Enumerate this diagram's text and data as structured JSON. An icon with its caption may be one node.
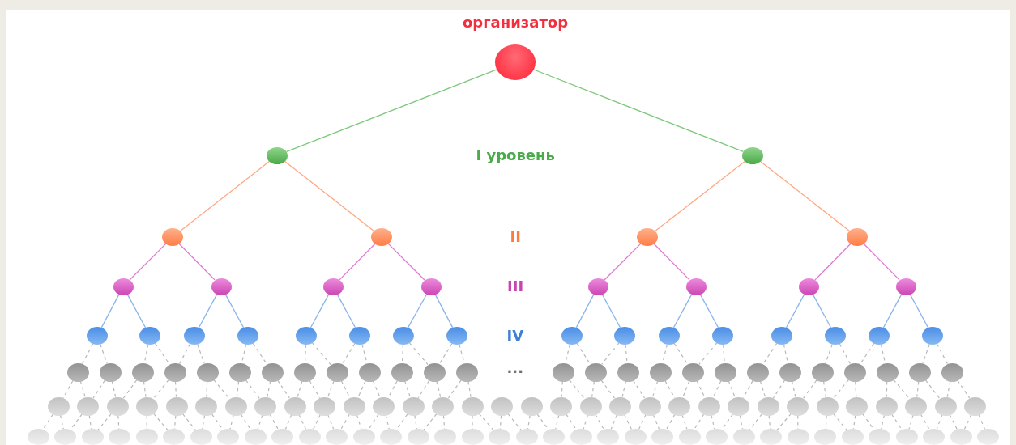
{
  "diagram": {
    "nodes": [
      {
        "text": [
          "организатор"
        ]
      },
      {
        "text": [],
        "shape": "circle"
      },
      {
        "text": [],
        "shape": "circle"
      },
      {
        "text": [],
        "shape": "circle"
      },
      {
        "text": [],
        "shape": "circle"
      },
      {
        "text": [],
        "shape": "circle"
      },
      {
        "text": [],
        "shape": "circle"
      },
      {
        "text": [],
        "shape": "circle"
      },
      {
        "text": [],
        "shape": "circle"
      },
      {
        "text": [],
        "shape": "circle"
      },
      {
        "text": [],
        "shape": "circle"
      },
      {
        "text": [],
        "shape": "circle"
      },
      {
        "text": [],
        "shape": "circle"
      },
      {
        "text": [],
        "shape": "circle"
      },
      {
        "text": [],
        "shape": "circle"
      },
      {
        "text": [],
        "shape": "circle"
      },
      {
        "text": [],
        "shape": "circle"
      },
      {
        "text": [],
        "shape": "circle"
      },
      {
        "text": [],
        "shape": "circle"
      },
      {
        "text": [],
        "shape": "circle"
      },
      {
        "text": [],
        "shape": "circle"
      },
      {
        "text": [],
        "shape": "circle"
      },
      {
        "text": [],
        "shape": "circle"
      },
      {
        "text": [],
        "shape": "circle"
      },
      {
        "text": [],
        "shape": "circle"
      },
      {
        "text": [],
        "shape": "circle"
      },
      {
        "text": [],
        "shape": "circle"
      },
      {
        "text": [],
        "shape": "circle"
      },
      {
        "text": [],
        "shape": "circle"
      },
      {
        "text": [],
        "shape": "circle"
      },
      {
        "text": [],
        "shape": "circle"
      },
      {
        "text": [],
        "shape": "circle"
      },
      {
        "text": [],
        "shape": "circle"
      },
      {
        "text": [],
        "shape": "circle"
      },
      {
        "text": [],
        "shape": "circle"
      },
      {
        "text": [],
        "shape": "circle"
      },
      {
        "text": [],
        "shape": "circle"
      },
      {
        "text": [],
        "shape": "circle"
      },
      {
        "text": [],
        "shape": "circle"
      },
      {
        "text": [],
        "shape": "circle"
      },
      {
        "text": [],
        "shape": "circle"
      },
      {
        "text": [],
        "shape": "circle"
      },
      {
        "text": [],
        "shape": "circle"
      },
      {
        "text": [],
        "shape": "circle"
      },
      {
        "text": [],
        "shape": "circle"
      },
      {
        "text": [],
        "shape": "circle"
      },
      {
        "text": [],
        "shape": "circle"
      },
      {
        "text": [],
        "shape": "circle"
      },
      {
        "text": [],
        "shape": "circle"
      },
      {
        "text": [],
        "shape": "circle"
      },
      {
        "text": [],
        "shape": "circle"
      },
      {
        "text": [],
        "shape": "circle"
      },
      {
        "text": [],
        "shape": "circle"
      },
      {
        "text": [],
        "shape": "circle"
      },
      {
        "text": [],
        "shape": "circle"
      },
      {
        "text": [],
        "shape": "circle"
      },
      {
        "text": [],
        "shape": "circle"
      },
      {
        "text": [],
        "shape": "circle"
      },
      {
        "text": [],
        "shape": "circle"
      },
      {
        "text": [],
        "shape": "circle"
      },
      {
        "text": [],
        "shape": "circle"
      },
      {
        "text": [],
        "shape": "circle"
      },
      {
        "text": [],
        "shape": "circle"
      },
      {
        "text": [],
        "shape": "circle"
      },
      {
        "text": [],
        "shape": "circle"
      },
      {
        "text": [],
        "shape": "circle"
      },
      {
        "text": [],
        "shape": "circle"
      },
      {
        "text": [],
        "shape": "circle"
      },
      {
        "text": [],
        "shape": "circle"
      },
      {
        "text": [],
        "shape": "circle"
      },
      {
        "text": [],
        "shape": "circle"
      },
      {
        "text": [],
        "shape": "circle"
      },
      {
        "text": [],
        "shape": "circle"
      },
      {
        "text": [],
        "shape": "circle"
      },
      {
        "text": [],
        "shape": "circle"
      },
      {
        "text": [],
        "shape": "circle"
      },
      {
        "text": [],
        "shape": "circle"
      },
      {
        "text": [],
        "shape": "circle"
      },
      {
        "text": [],
        "shape": "circle"
      },
      {
        "text": [],
        "shape": "circle"
      },
      {
        "text": [],
        "shape": "circle"
      },
      {
        "text": [],
        "shape": "circle"
      },
      {
        "text": [],
        "shape": "circle"
      },
      {
        "text": [],
        "shape": "circle"
      },
      {
        "text": [],
        "shape": "circle"
      },
      {
        "text": [],
        "shape": "circle"
      },
      {
        "text": [],
        "shape": "circle"
      },
      {
        "text": [],
        "shape": "circle"
      },
      {
        "text": [],
        "shape": "circle"
      },
      {
        "text": [],
        "shape": "circle"
      },
      {
        "text": [],
        "shape": "circle"
      },
      {
        "text": [],
        "shape": "circle"
      },
      {
        "text": [],
        "shape": "circle"
      },
      {
        "text": [],
        "shape": "circle"
      },
      {
        "text": [],
        "shape": "circle"
      },
      {
        "text": [],
        "shape": "circle"
      },
      {
        "text": [],
        "shape": "circle"
      },
      {
        "text": [],
        "shape": "circle"
      },
      {
        "text": [],
        "shape": "circle"
      },
      {
        "text": [],
        "shape": "circle"
      },
      {
        "text": [],
        "shape": "circle"
      },
      {
        "text": [],
        "shape": "circle"
      },
      {
        "text": [],
        "shape": "circle"
      },
      {
        "text": [],
        "shape": "circle"
      },
      {
        "text": [],
        "shape": "circle"
      },
      {
        "text": [],
        "shape": "circle"
      },
      {
        "text": [],
        "shape": "circle"
      },
      {
        "text": [],
        "shape": "circle"
      },
      {
        "text": [],
        "shape": "circle"
      },
      {
        "text": [],
        "shape": "circle"
      },
      {
        "text": [],
        "shape": "circle"
      },
      {
        "text": [],
        "shape": "circle"
      },
      {
        "text": [],
        "shape": "circle"
      },
      {
        "text": [],
        "shape": "circle"
      },
      {
        "text": [],
        "shape": "circle"
      },
      {
        "text": [],
        "shape": "circle"
      },
      {
        "text": [],
        "shape": "circle"
      },
      {
        "text": [],
        "shape": "circle"
      },
      {
        "text": [],
        "shape": "circle"
      },
      {
        "text": [],
        "shape": "circle"
      },
      {
        "text": [],
        "shape": "circle"
      },
      {
        "text": [],
        "shape": "circle"
      },
      {
        "text": [],
        "shape": "circle"
      },
      {
        "text": [],
        "shape": "circle"
      },
      {
        "text": [],
        "shape": "circle"
      }
    ],
    "edges": [
      {
        "from": 0,
        "to": 1,
        "arrow": "none",
        "color": "#7dc87a"
      },
      {
        "from": 0,
        "to": 2,
        "arrow": "none",
        "color": "#7dc87a"
      },
      {
        "from": 1,
        "to": 3,
        "arrow": "none",
        "color": "#ffa882"
      },
      {
        "from": 1,
        "to": 4,
        "arrow": "none",
        "color": "#ffa882"
      },
      {
        "from": 2,
        "to": 5,
        "arrow": "none",
        "color": "#ffa882"
      },
      {
        "from": 2,
        "to": 6,
        "arrow": "none",
        "color": "#ffa882"
      },
      {
        "from": 3,
        "to": 7,
        "arrow": "none",
        "color": "#e27ad0"
      },
      {
        "from": 3,
        "to": 8,
        "arrow": "none",
        "color": "#e27ad0"
      },
      {
        "from": 4,
        "to": 9,
        "arrow": "none",
        "color": "#e27ad0"
      },
      {
        "from": 4,
        "to": 10,
        "arrow": "none",
        "color": "#e27ad0"
      },
      {
        "from": 5,
        "to": 11,
        "arrow": "none",
        "color": "#e27ad0"
      },
      {
        "from": 5,
        "to": 12,
        "arrow": "none",
        "color": "#e27ad0"
      },
      {
        "from": 6,
        "to": 13,
        "arrow": "none",
        "color": "#e27ad0"
      },
      {
        "from": 6,
        "to": 14,
        "arrow": "none",
        "color": "#e27ad0"
      },
      {
        "from": 7,
        "to": 15,
        "arrow": "none",
        "color": "#8ab4ea"
      },
      {
        "from": 7,
        "to": 16,
        "arrow": "none",
        "color": "#8ab4ea"
      },
      {
        "from": 8,
        "to": 17,
        "arrow": "none",
        "color": "#8ab4ea"
      },
      {
        "from": 8,
        "to": 18,
        "arrow": "none",
        "color": "#8ab4ea"
      },
      {
        "from": 9,
        "to": 19,
        "arrow": "none",
        "color": "#8ab4ea"
      },
      {
        "from": 9,
        "to": 20,
        "arrow": "none",
        "color": "#8ab4ea"
      },
      {
        "from": 10,
        "to": 21,
        "arrow": "none",
        "color": "#8ab4ea"
      },
      {
        "from": 10,
        "to": 22,
        "arrow": "none",
        "color": "#8ab4ea"
      },
      {
        "from": 11,
        "to": 23,
        "arrow": "none",
        "color": "#8ab4ea"
      },
      {
        "from": 11,
        "to": 24,
        "arrow": "none",
        "color": "#8ab4ea"
      },
      {
        "from": 12,
        "to": 25,
        "arrow": "none",
        "color": "#8ab4ea"
      },
      {
        "from": 12,
        "to": 26,
        "arrow": "none",
        "color": "#8ab4ea"
      },
      {
        "from": 13,
        "to": 27,
        "arrow": "none",
        "color": "#8ab4ea"
      },
      {
        "from": 13,
        "to": 28,
        "arrow": "none",
        "color": "#8ab4ea"
      },
      {
        "from": 14,
        "to": 29,
        "arrow": "none",
        "color": "#8ab4ea"
      },
      {
        "from": 14,
        "to": 30,
        "arrow": "none",
        "color": "#8ab4ea"
      },
      {
        "from": 15,
        "to": 31,
        "arrow": "none",
        "style": "dashed"
      },
      {
        "from": 15,
        "to": 32,
        "arrow": "none",
        "style": "dashed"
      },
      {
        "from": 16,
        "to": 33,
        "arrow": "none",
        "style": "dashed"
      },
      {
        "from": 16,
        "to": 34,
        "arrow": "none",
        "style": "dashed"
      },
      {
        "from": 17,
        "to": 34,
        "arrow": "none",
        "style": "dashed"
      },
      {
        "from": 17,
        "to": 35,
        "arrow": "none",
        "style": "dashed"
      },
      {
        "from": 18,
        "to": 36,
        "arrow": "none",
        "style": "dashed"
      },
      {
        "from": 18,
        "to": 37,
        "arrow": "none",
        "style": "dashed"
      },
      {
        "from": 19,
        "to": 38,
        "arrow": "none",
        "style": "dashed"
      },
      {
        "from": 19,
        "to": 39,
        "arrow": "none",
        "style": "dashed"
      },
      {
        "from": 20,
        "to": 39,
        "arrow": "none",
        "style": "dashed"
      },
      {
        "from": 20,
        "to": 40,
        "arrow": "none",
        "style": "dashed"
      },
      {
        "from": 21,
        "to": 41,
        "arrow": "none",
        "style": "dashed"
      },
      {
        "from": 21,
        "to": 42,
        "arrow": "none",
        "style": "dashed"
      },
      {
        "from": 22,
        "to": 42,
        "arrow": "none",
        "style": "dashed"
      },
      {
        "from": 22,
        "to": 43,
        "arrow": "none",
        "style": "dashed"
      },
      {
        "from": 23,
        "to": 44,
        "arrow": "none",
        "style": "dashed"
      },
      {
        "from": 23,
        "to": 45,
        "arrow": "none",
        "style": "dashed"
      },
      {
        "from": 24,
        "to": 45,
        "arrow": "none",
        "style": "dashed"
      },
      {
        "from": 24,
        "to": 46,
        "arrow": "none",
        "style": "dashed"
      },
      {
        "from": 25,
        "to": 47,
        "arrow": "none",
        "style": "dashed"
      },
      {
        "from": 25,
        "to": 48,
        "arrow": "none",
        "style": "dashed"
      },
      {
        "from": 26,
        "to": 48,
        "arrow": "none",
        "style": "dashed"
      },
      {
        "from": 26,
        "to": 49,
        "arrow": "none",
        "style": "dashed"
      },
      {
        "from": 27,
        "to": 50,
        "arrow": "none",
        "style": "dashed"
      },
      {
        "from": 27,
        "to": 51,
        "arrow": "none",
        "style": "dashed"
      },
      {
        "from": 28,
        "to": 52,
        "arrow": "none",
        "style": "dashed"
      },
      {
        "from": 28,
        "to": 53,
        "arrow": "none",
        "style": "dashed"
      },
      {
        "from": 29,
        "to": 53,
        "arrow": "none",
        "style": "dashed"
      },
      {
        "from": 29,
        "to": 54,
        "arrow": "none",
        "style": "dashed"
      },
      {
        "from": 30,
        "to": 55,
        "arrow": "none",
        "style": "dashed"
      },
      {
        "from": 30,
        "to": 56,
        "arrow": "none",
        "style": "dashed"
      },
      {
        "from": 31,
        "to": 57,
        "arrow": "none",
        "style": "dashed"
      },
      {
        "from": 31,
        "to": 58,
        "arrow": "none",
        "style": "dashed"
      },
      {
        "from": 32,
        "to": 58,
        "arrow": "none",
        "style": "dashed"
      },
      {
        "from": 32,
        "to": 59,
        "arrow": "none",
        "style": "dashed"
      },
      {
        "from": 33,
        "to": 59,
        "arrow": "none",
        "style": "dashed"
      },
      {
        "from": 33,
        "to": 60,
        "arrow": "none",
        "style": "dashed"
      },
      {
        "from": 34,
        "to": 60,
        "arrow": "none",
        "style": "dashed"
      },
      {
        "from": 34,
        "to": 61,
        "arrow": "none",
        "style": "dashed"
      },
      {
        "from": 35,
        "to": 62,
        "arrow": "none",
        "style": "dashed"
      },
      {
        "from": 35,
        "to": 63,
        "arrow": "none",
        "style": "dashed"
      },
      {
        "from": 36,
        "to": 63,
        "arrow": "none",
        "style": "dashed"
      },
      {
        "from": 36,
        "to": 64,
        "arrow": "none",
        "style": "dashed"
      },
      {
        "from": 37,
        "to": 64,
        "arrow": "none",
        "style": "dashed"
      },
      {
        "from": 37,
        "to": 65,
        "arrow": "none",
        "style": "dashed"
      },
      {
        "from": 38,
        "to": 65,
        "arrow": "none",
        "style": "dashed"
      },
      {
        "from": 38,
        "to": 66,
        "arrow": "none",
        "style": "dashed"
      },
      {
        "from": 39,
        "to": 66,
        "arrow": "none",
        "style": "dashed"
      },
      {
        "from": 39,
        "to": 67,
        "arrow": "none",
        "style": "dashed"
      },
      {
        "from": 40,
        "to": 67,
        "arrow": "none",
        "style": "dashed"
      },
      {
        "from": 40,
        "to": 68,
        "arrow": "none",
        "style": "dashed"
      },
      {
        "from": 41,
        "to": 68,
        "arrow": "none",
        "style": "dashed"
      },
      {
        "from": 41,
        "to": 69,
        "arrow": "none",
        "style": "dashed"
      },
      {
        "from": 42,
        "to": 69,
        "arrow": "none",
        "style": "dashed"
      },
      {
        "from": 42,
        "to": 70,
        "arrow": "none",
        "style": "dashed"
      },
      {
        "from": 43,
        "to": 70,
        "arrow": "none",
        "style": "dashed"
      },
      {
        "from": 43,
        "to": 71,
        "arrow": "none",
        "style": "dashed"
      },
      {
        "from": 44,
        "to": 74,
        "arrow": "none",
        "style": "dashed"
      },
      {
        "from": 44,
        "to": 75,
        "arrow": "none",
        "style": "dashed"
      },
      {
        "from": 45,
        "to": 75,
        "arrow": "none",
        "style": "dashed"
      },
      {
        "from": 45,
        "to": 76,
        "arrow": "none",
        "style": "dashed"
      },
      {
        "from": 46,
        "to": 76,
        "arrow": "none",
        "style": "dashed"
      },
      {
        "from": 46,
        "to": 77,
        "arrow": "none",
        "style": "dashed"
      },
      {
        "from": 47,
        "to": 77,
        "arrow": "none",
        "style": "dashed"
      },
      {
        "from": 47,
        "to": 78,
        "arrow": "none",
        "style": "dashed"
      },
      {
        "from": 48,
        "to": 78,
        "arrow": "none",
        "style": "dashed"
      },
      {
        "from": 48,
        "to": 79,
        "arrow": "none",
        "style": "dashed"
      },
      {
        "from": 49,
        "to": 79,
        "arrow": "none",
        "style": "dashed"
      },
      {
        "from": 49,
        "to": 80,
        "arrow": "none",
        "style": "dashed"
      },
      {
        "from": 50,
        "to": 80,
        "arrow": "none",
        "style": "dashed"
      },
      {
        "from": 50,
        "to": 81,
        "arrow": "none",
        "style": "dashed"
      },
      {
        "from": 51,
        "to": 81,
        "arrow": "none",
        "style": "dashed"
      },
      {
        "from": 51,
        "to": 82,
        "arrow": "none",
        "style": "dashed"
      },
      {
        "from": 52,
        "to": 82,
        "arrow": "none",
        "style": "dashed"
      },
      {
        "from": 52,
        "to": 83,
        "arrow": "none",
        "style": "dashed"
      },
      {
        "from": 53,
        "to": 83,
        "arrow": "none",
        "style": "dashed"
      },
      {
        "from": 53,
        "to": 84,
        "arrow": "none",
        "style": "dashed"
      },
      {
        "from": 54,
        "to": 85,
        "arrow": "none",
        "style": "dashed"
      },
      {
        "from": 54,
        "to": 86,
        "arrow": "none",
        "style": "dashed"
      },
      {
        "from": 55,
        "to": 86,
        "arrow": "none",
        "style": "dashed"
      },
      {
        "from": 55,
        "to": 87,
        "arrow": "none",
        "style": "dashed"
      },
      {
        "from": 56,
        "to": 87,
        "arrow": "none",
        "style": "dashed"
      },
      {
        "from": 56,
        "to": 88,
        "arrow": "none",
        "style": "dashed"
      },
      {
        "from": 57,
        "to": 89,
        "arrow": "none",
        "style": "dashed"
      },
      {
        "from": 57,
        "to": 90,
        "arrow": "none",
        "style": "dashed"
      },
      {
        "from": 58,
        "to": 90,
        "arrow": "none",
        "style": "dashed"
      },
      {
        "from": 58,
        "to": 91,
        "arrow": "none",
        "style": "dashed"
      },
      {
        "from": 59,
        "to": 91,
        "arrow": "none",
        "style": "dashed"
      },
      {
        "from": 59,
        "to": 92,
        "arrow": "none",
        "style": "dashed"
      },
      {
        "from": 60,
        "to": 93,
        "arrow": "none",
        "style": "dashed"
      },
      {
        "from": 60,
        "to": 94,
        "arrow": "none",
        "style": "dashed"
      },
      {
        "from": 61,
        "to": 94,
        "arrow": "none",
        "style": "dashed"
      },
      {
        "from": 61,
        "to": 95,
        "arrow": "none",
        "style": "dashed"
      },
      {
        "from": 62,
        "to": 95,
        "arrow": "none",
        "style": "dashed"
      },
      {
        "from": 62,
        "to": 96,
        "arrow": "none",
        "style": "dashed"
      },
      {
        "from": 63,
        "to": 96,
        "arrow": "none",
        "style": "dashed"
      },
      {
        "from": 63,
        "to": 97,
        "arrow": "none",
        "style": "dashed"
      },
      {
        "from": 64,
        "to": 97,
        "arrow": "none",
        "style": "dashed"
      },
      {
        "from": 64,
        "to": 98,
        "arrow": "none",
        "style": "dashed"
      },
      {
        "from": 65,
        "to": 98,
        "arrow": "none",
        "style": "dashed"
      },
      {
        "from": 65,
        "to": 99,
        "arrow": "none",
        "style": "dashed"
      },
      {
        "from": 66,
        "to": 99,
        "arrow": "none",
        "style": "dashed"
      },
      {
        "from": 66,
        "to": 100,
        "arrow": "none",
        "style": "dashed"
      },
      {
        "from": 67,
        "to": 100,
        "arrow": "none",
        "style": "dashed"
      },
      {
        "from": 67,
        "to": 101,
        "arrow": "none",
        "style": "dashed"
      },
      {
        "from": 68,
        "to": 101,
        "arrow": "none",
        "style": "dashed"
      },
      {
        "from": 68,
        "to": 102,
        "arrow": "none",
        "style": "dashed"
      },
      {
        "from": 69,
        "to": 102,
        "arrow": "none",
        "style": "dashed"
      },
      {
        "from": 69,
        "to": 103,
        "arrow": "none",
        "style": "dashed"
      },
      {
        "from": 70,
        "to": 103,
        "arrow": "none",
        "style": "dashed"
      },
      {
        "from": 70,
        "to": 104,
        "arrow": "none",
        "style": "dashed"
      },
      {
        "from": 71,
        "to": 105,
        "arrow": "none",
        "style": "dashed"
      },
      {
        "from": 71,
        "to": 106,
        "arrow": "none",
        "style": "dashed"
      },
      {
        "from": 72,
        "to": 106,
        "arrow": "none",
        "style": "dashed"
      },
      {
        "from": 72,
        "to": 107,
        "arrow": "none",
        "style": "dashed"
      },
      {
        "from": 73,
        "to": 107,
        "arrow": "none",
        "style": "dashed"
      },
      {
        "from": 73,
        "to": 108,
        "arrow": "none",
        "style": "dashed"
      },
      {
        "from": 74,
        "to": 108,
        "arrow": "none",
        "style": "dashed"
      },
      {
        "from": 74,
        "to": 109,
        "arrow": "none",
        "style": "dashed"
      },
      {
        "from": 75,
        "to": 109,
        "arrow": "none",
        "style": "dashed"
      },
      {
        "from": 75,
        "to": 110,
        "arrow": "none",
        "style": "dashed"
      },
      {
        "from": 76,
        "to": 110,
        "arrow": "none",
        "style": "dashed"
      },
      {
        "from": 76,
        "to": 111,
        "arrow": "none",
        "style": "dashed"
      },
      {
        "from": 77,
        "to": 111,
        "arrow": "none",
        "style": "dashed"
      },
      {
        "from": 77,
        "to": 112,
        "arrow": "none",
        "style": "dashed"
      },
      {
        "from": 78,
        "to": 112,
        "arrow": "none",
        "style": "dashed"
      },
      {
        "from": 78,
        "to": 113,
        "arrow": "none",
        "style": "dashed"
      },
      {
        "from": 79,
        "to": 113,
        "arrow": "none",
        "style": "dashed"
      },
      {
        "from": 79,
        "to": 114,
        "arrow": "none",
        "style": "dashed"
      },
      {
        "from": 80,
        "to": 114,
        "arrow": "none",
        "style": "dashed"
      },
      {
        "from": 80,
        "to": 115,
        "arrow": "none",
        "style": "dashed"
      },
      {
        "from": 81,
        "to": 115,
        "arrow": "none",
        "style": "dashed"
      },
      {
        "from": 81,
        "to": 116,
        "arrow": "none",
        "style": "dashed"
      },
      {
        "from": 82,
        "to": 116,
        "arrow": "none",
        "style": "dashed"
      },
      {
        "from": 82,
        "to": 117,
        "arrow": "none",
        "style": "dashed"
      },
      {
        "from": 83,
        "to": 118,
        "arrow": "none",
        "style": "dashed"
      },
      {
        "from": 83,
        "to": 119,
        "arrow": "none",
        "style": "dashed"
      },
      {
        "from": 84,
        "to": 119,
        "arrow": "none",
        "style": "dashed"
      },
      {
        "from": 84,
        "to": 120,
        "arrow": "none",
        "style": "dashed"
      },
      {
        "from": 85,
        "to": 120,
        "arrow": "none",
        "style": "dashed"
      },
      {
        "from": 85,
        "to": 121,
        "arrow": "none",
        "style": "dashed"
      },
      {
        "from": 86,
        "to": 121,
        "arrow": "none",
        "style": "dashed"
      },
      {
        "from": 86,
        "to": 122,
        "arrow": "none",
        "style": "dashed"
      },
      {
        "from": 87,
        "to": 122,
        "arrow": "none",
        "style": "dashed"
      },
      {
        "from": 87,
        "to": 123,
        "arrow": "none",
        "style": "dashed"
      },
      {
        "from": 88,
        "to": 123,
        "arrow": "none",
        "style": "dashed"
      },
      {
        "from": 88,
        "to": 124,
        "arrow": "none",
        "style": "dashed"
      }
    ],
    "labels": [
      "I уровень",
      "II",
      "III",
      "IV",
      "..."
    ]
  }
}
